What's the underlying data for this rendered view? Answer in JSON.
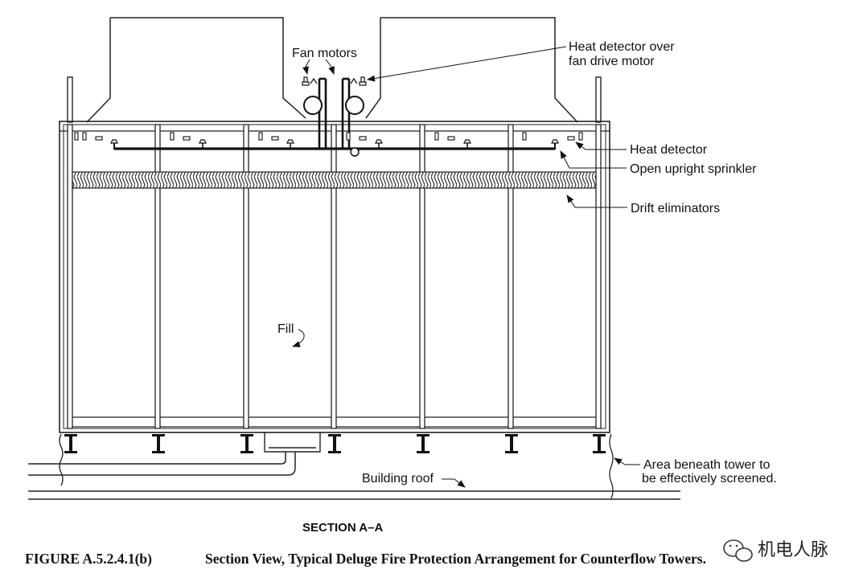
{
  "labels": {
    "fan_motors": "Fan motors",
    "heat_detector_over_line1": "Heat detector over",
    "heat_detector_over_line2": "fan drive motor",
    "heat_detector": "Heat detector",
    "open_upright_sprinkler": "Open upright sprinkler",
    "drift_eliminators": "Drift eliminators",
    "fill": "Fill",
    "building_roof": "Building roof",
    "area_beneath_line1": "Area beneath tower to",
    "area_beneath_line2": "be effectively screened."
  },
  "section_title": "SECTION A–A",
  "figure_caption": {
    "number": "FIGURE A.5.2.4.1(b)",
    "title": "Section View, Typical Deluge Fire Protection Arrangement for Counterflow Towers."
  },
  "watermark": {
    "text": "机电人脉",
    "icon": "wechat-logo"
  }
}
